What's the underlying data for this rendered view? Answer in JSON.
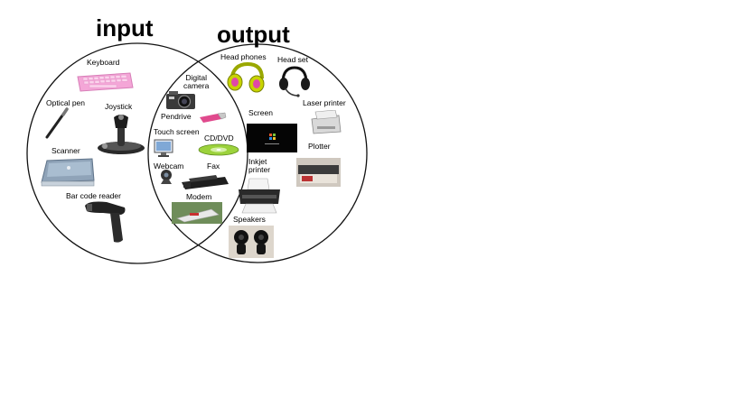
{
  "titles": {
    "input": "input",
    "output": "output"
  },
  "devices": {
    "keyboard": "Keyboard",
    "optical_pen": "Optical pen",
    "joystick": "Joystick",
    "scanner": "Scanner",
    "bar_code_reader": "Bar code reader",
    "digital_camera_line1": "Digital",
    "digital_camera_line2": "camera",
    "pendrive": "Pendrive",
    "touch_screen": "Touch screen",
    "cd_dvd": "CD/DVD",
    "webcam": "Webcam",
    "fax": "Fax",
    "modem": "Modem",
    "head_phones": "Head phones",
    "head_set": "Head set",
    "screen": "Screen",
    "laser_printer": "Laser printer",
    "plotter": "Plotter",
    "inkjet_line1": "Inkjet",
    "inkjet_line2": "printer",
    "speakers": "Speakers"
  },
  "colors": {
    "outline": "#111111",
    "keyboard": "#f4a6d7",
    "headphones": "#c8d400",
    "scanner": "#8fa3b8"
  }
}
